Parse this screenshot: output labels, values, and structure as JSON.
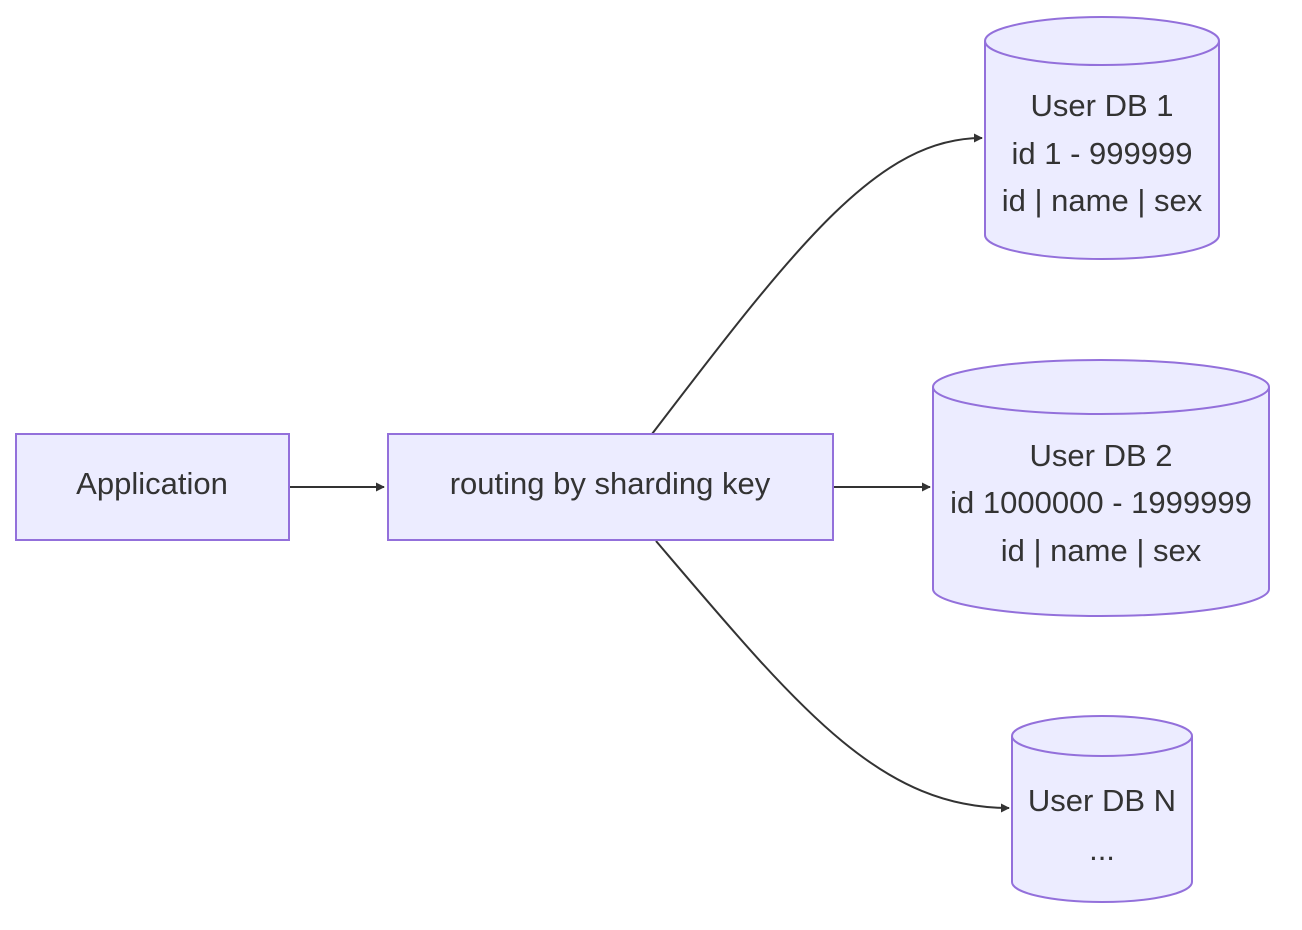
{
  "diagram": {
    "nodes": {
      "application": {
        "label": "Application"
      },
      "router": {
        "label": "routing by sharding key"
      },
      "db1": {
        "lines": [
          "User DB 1",
          "id 1 - 999999",
          "id | name | sex"
        ]
      },
      "db2": {
        "lines": [
          "User DB 2",
          "id 1000000 - 1999999",
          "id | name | sex"
        ]
      },
      "dbn": {
        "lines": [
          "User DB N",
          "..."
        ]
      }
    },
    "edges": [
      {
        "from": "application",
        "to": "router"
      },
      {
        "from": "router",
        "to": "db1"
      },
      {
        "from": "router",
        "to": "db2"
      },
      {
        "from": "router",
        "to": "dbn"
      }
    ],
    "colors": {
      "node_fill": "#ECECFF",
      "node_stroke": "#9370DB",
      "edge": "#333333",
      "text": "#333333"
    }
  }
}
